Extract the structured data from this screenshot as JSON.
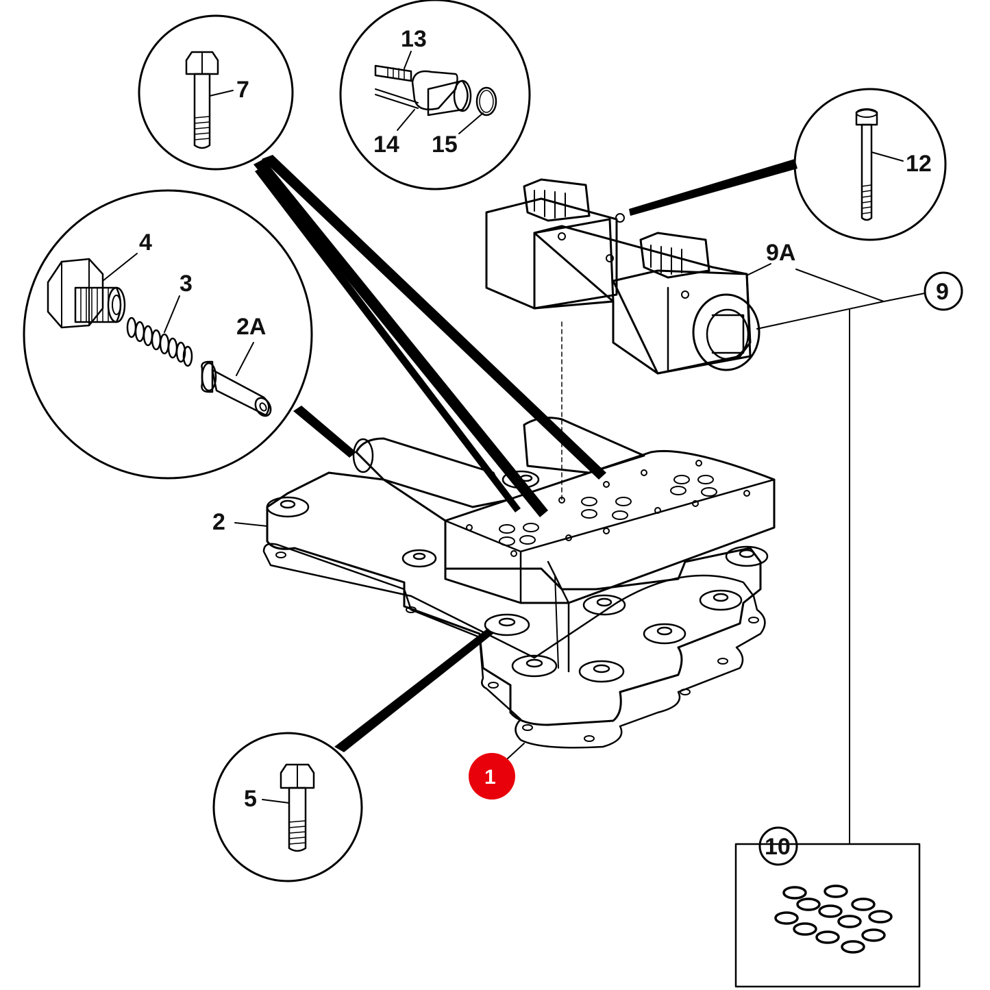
{
  "labels": {
    "l1": "1",
    "l2": "2",
    "l2a": "2A",
    "l3": "3",
    "l4": "4",
    "l5": "5",
    "l7": "7",
    "l9": "9",
    "l9a": "9A",
    "l10": "10",
    "l12": "12",
    "l13": "13",
    "l14": "14",
    "l15": "15"
  },
  "colors": {
    "line": "#000000",
    "background": "#ffffff",
    "highlight": "#e8000b"
  },
  "highlighted_part": "1"
}
